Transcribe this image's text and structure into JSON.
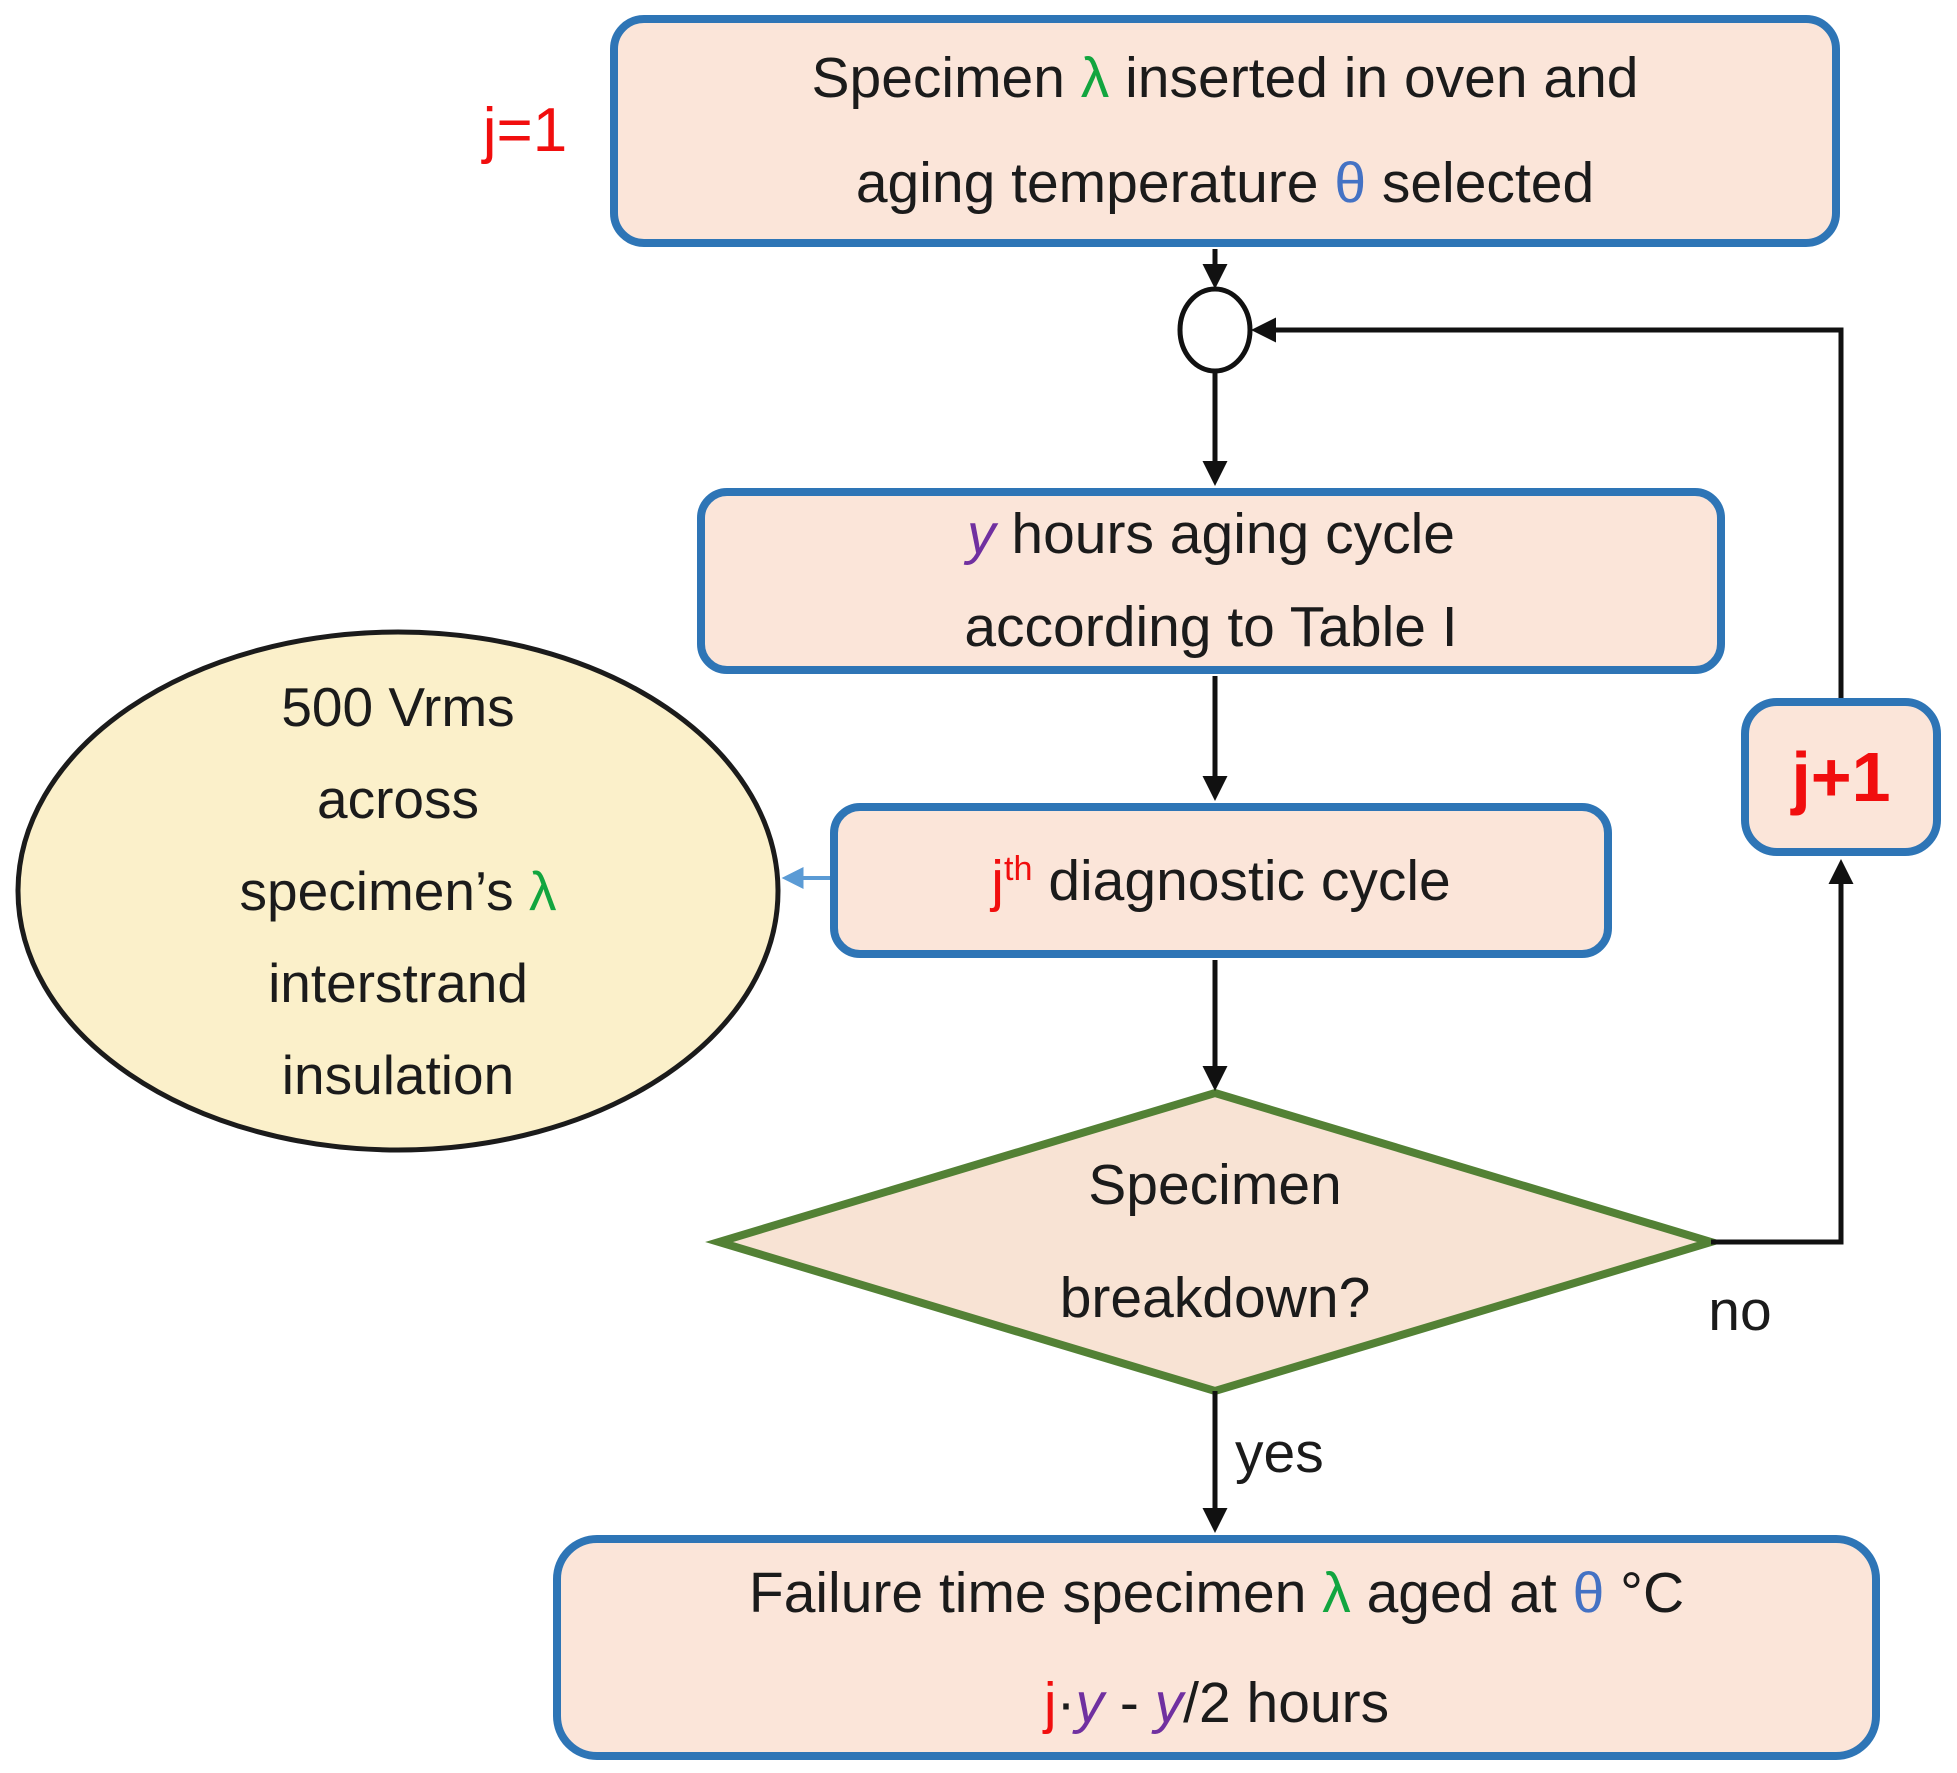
{
  "figure_type": "flowchart",
  "colors": {
    "black": "#1b1b1b",
    "line": "#111111",
    "red": "#f10e0e",
    "green": "#12a53f",
    "blue": "#4472c4",
    "purple": "#7030a0",
    "border_blue": "#2e75b6",
    "fill_peach": "#fbe5d9",
    "fill_yellow": "#fbf0ca",
    "diamond_fill": "#f8e3d4",
    "diamond_green": "#538135",
    "arrow_blue": "#5b9bd5"
  },
  "nodes": {
    "start": {
      "lines": [
        [
          {
            "t": "Specimen "
          },
          {
            "t": "λ",
            "c": "green"
          },
          {
            "t": " inserted in oven and"
          }
        ],
        [
          {
            "t": "aging temperature "
          },
          {
            "t": "θ",
            "c": "blue"
          },
          {
            "t": " selected"
          }
        ]
      ]
    },
    "aging": {
      "lines": [
        [
          {
            "t": "y",
            "c": "purple",
            "i": true
          },
          {
            "t": " hours aging cycle"
          }
        ],
        [
          {
            "t": "according to Table I"
          }
        ]
      ]
    },
    "diagnostic": {
      "lines": [
        [
          {
            "t": "j",
            "c": "red"
          },
          {
            "t": "th",
            "c": "red",
            "sup": true
          },
          {
            "t": " diagnostic cycle"
          }
        ]
      ]
    },
    "voltage_note": {
      "lines": [
        [
          {
            "t": "500 Vrms"
          }
        ],
        [
          {
            "t": "across"
          }
        ],
        [
          {
            "t": "specimen’s "
          },
          {
            "t": "λ",
            "c": "green"
          }
        ],
        [
          {
            "t": "interstrand"
          }
        ],
        [
          {
            "t": "insulation"
          }
        ]
      ]
    },
    "breakdown_decision": {
      "lines": [
        [
          {
            "t": "Specimen"
          }
        ],
        [
          {
            "t": "breakdown?"
          }
        ]
      ]
    },
    "increment": {
      "lines": [
        [
          {
            "t": "j+1",
            "c": "red"
          }
        ]
      ]
    },
    "failure_time": {
      "lines": [
        [
          {
            "t": "Failure time specimen "
          },
          {
            "t": "λ",
            "c": "green"
          },
          {
            "t": " aged at "
          },
          {
            "t": "θ",
            "c": "blue"
          },
          {
            "t": " °C"
          }
        ],
        [
          {
            "t": "j",
            "c": "red"
          },
          {
            "t": "·"
          },
          {
            "t": "y",
            "c": "purple",
            "i": true
          },
          {
            "t": " - "
          },
          {
            "t": "y",
            "c": "purple",
            "i": true
          },
          {
            "t": "/2 hours"
          }
        ]
      ]
    }
  },
  "labels": {
    "iteration_init": [
      {
        "t": "j=1",
        "c": "red"
      }
    ],
    "branch_yes": [
      {
        "t": "yes"
      }
    ],
    "branch_no": [
      {
        "t": "no"
      }
    ]
  }
}
